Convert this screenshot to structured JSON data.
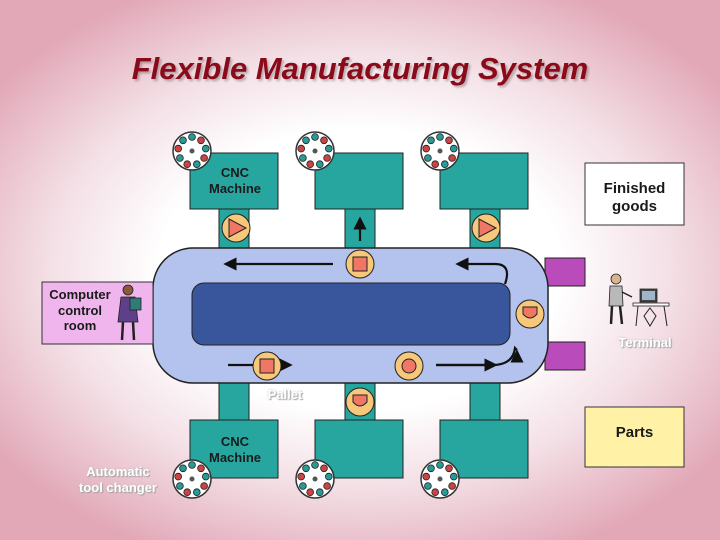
{
  "title": "Flexible Manufacturing System",
  "labels": {
    "cnc_machine_top": "CNC\nMachine",
    "cnc_machine_bottom": "CNC\nMachine",
    "finished_goods": "Finished\ngoods",
    "computer_control_room": "Computer\ncontrol\nroom",
    "terminal": "Terminal",
    "pallet": "Pallet",
    "automatic_tool_changer": "Automatic\ntool changer",
    "parts": "Parts"
  },
  "colors": {
    "title": "#8b0a1a",
    "machine": "#27a6a0",
    "track": "#b4c2ee",
    "track_inner": "#39559b",
    "terminal_station": "#b94cba",
    "control_room": "#efb5ec",
    "parts_box": "#fff2a6",
    "pallet": "#f7a079"
  },
  "icons": {
    "tool_changer": "tool-carousel-icon",
    "pallet": "pallet-icon",
    "operator": "person-icon",
    "terminal": "computer-terminal-icon"
  }
}
